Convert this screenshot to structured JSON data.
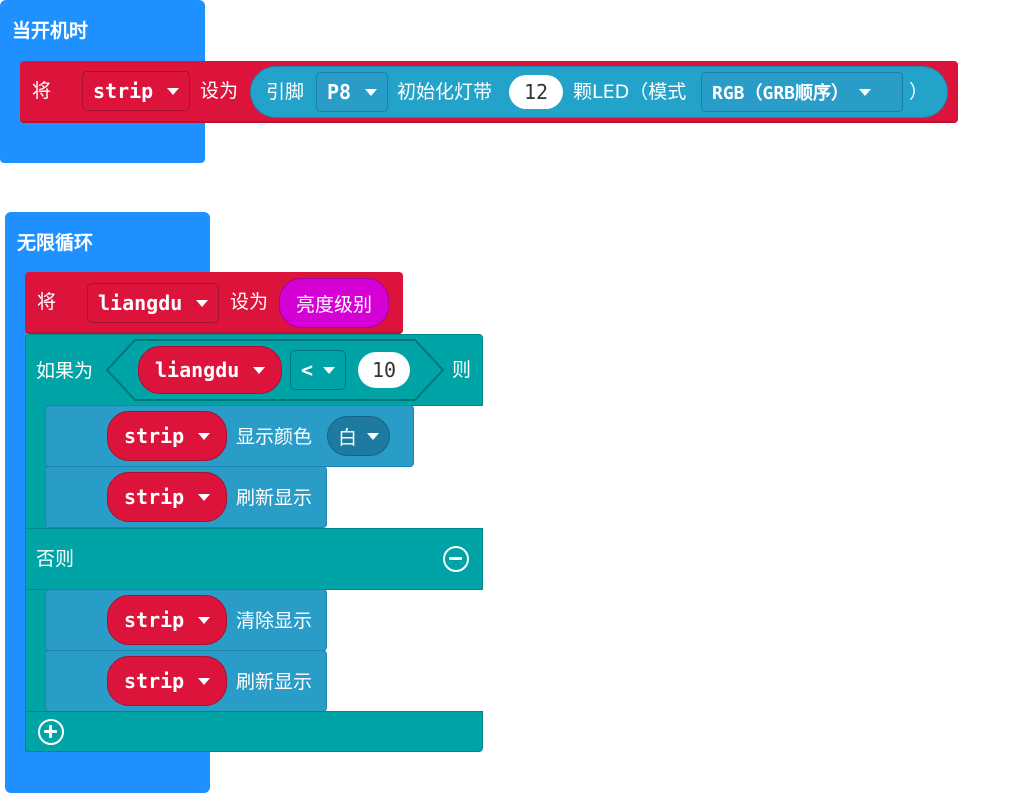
{
  "on_start": {
    "label": "当开机时",
    "set_block": {
      "prefix": "将",
      "variable": "strip",
      "set_to": "设为",
      "init": {
        "pin_label": "引脚",
        "pin": "P8",
        "init_label": "初始化灯带",
        "count": "12",
        "led_label": "颗LED（模式",
        "mode": "RGB（GRB顺序）",
        "close": "）"
      }
    }
  },
  "forever": {
    "label": "无限循环",
    "set_block": {
      "prefix": "将",
      "variable": "liangdu",
      "set_to": "设为",
      "value": "亮度级别"
    },
    "if_block": {
      "if_label": "如果为",
      "condition": {
        "left": "liangdu",
        "operator": "<",
        "right": "10"
      },
      "then_label": "则",
      "then_blocks": [
        {
          "target": "strip",
          "action": "显示颜色",
          "color": "白"
        },
        {
          "target": "strip",
          "action": "刷新显示"
        }
      ],
      "else_label": "否则",
      "else_blocks": [
        {
          "target": "strip",
          "action": "清除显示"
        },
        {
          "target": "strip",
          "action": "刷新显示"
        }
      ]
    }
  },
  "colors": {
    "event_blue": "#1e90ff",
    "variables_red": "#dc143c",
    "logic_teal": "#00a4a6",
    "neopixel_blue": "#2a9cc8",
    "input_magenta": "#d400d4"
  }
}
